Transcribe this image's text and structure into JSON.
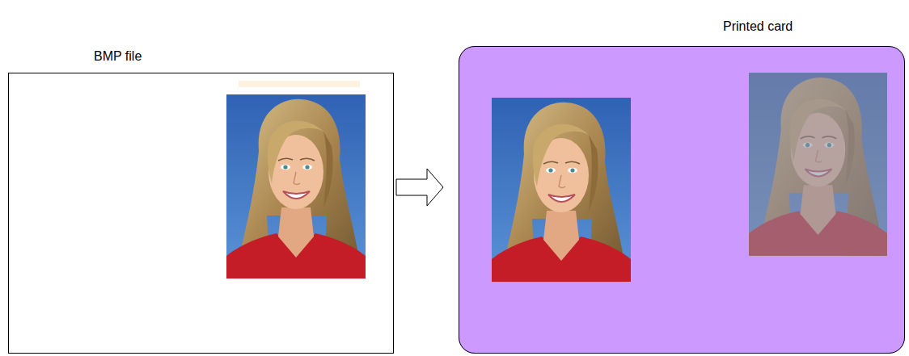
{
  "diagram": {
    "nodes": [
      {
        "text": [
          "BMP file"
        ]
      },
      {
        "text": [
          "Printed card"
        ]
      }
    ],
    "edges": [
      {
        "from": 0,
        "to": 1,
        "arrow": "to"
      }
    ]
  }
}
